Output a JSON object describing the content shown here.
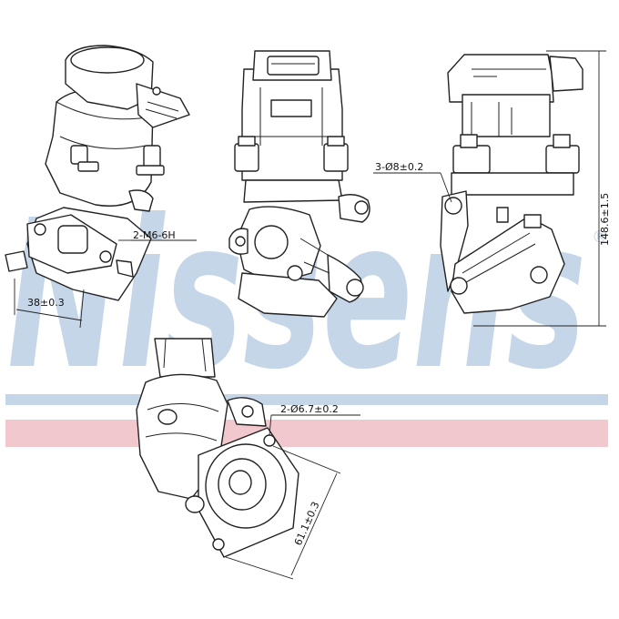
{
  "watermark": {
    "text": "Nissens",
    "registered_mark": "®",
    "color": "#c5d6e8",
    "line_colors": {
      "blue": "#c5d6e8",
      "red": "#f2c8cf"
    }
  },
  "callouts": {
    "thread": "2-M6-6H",
    "width_dim": "38±0.3",
    "hole_top": "3-Ø8±0.2",
    "height_dim": "148.6±1.5",
    "hole_front": "2-Ø6.7±0.2",
    "flange_dim": "61.1±0.3"
  },
  "stroke_color": "#222222"
}
